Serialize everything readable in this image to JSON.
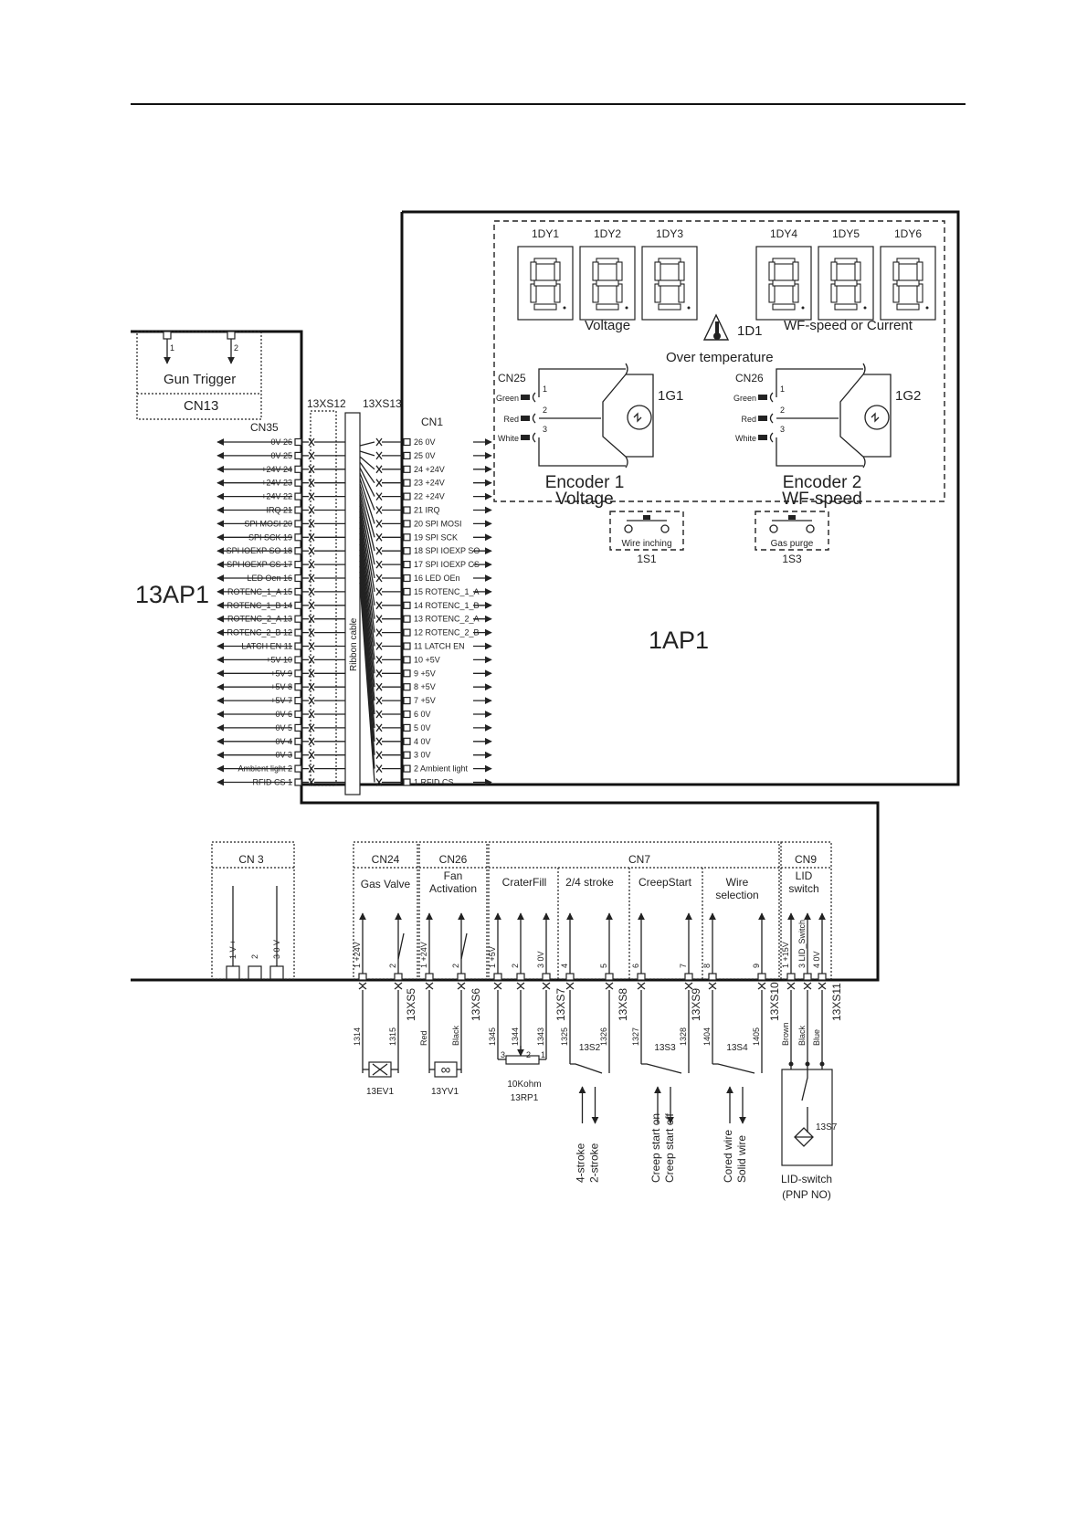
{
  "boards": {
    "left": "13AP1",
    "right": "1AP1"
  },
  "displays": {
    "left_group": [
      "1DY1",
      "1DY2",
      "1DY3"
    ],
    "right_group": [
      "1DY4",
      "1DY5",
      "1DY6"
    ],
    "voltage_label": "Voltage",
    "wf_label": "WF-speed or Current",
    "temp_ref": "1D1",
    "temp_label": "Over temperature"
  },
  "encoders": [
    {
      "connector": "CN25",
      "ref": "1G1",
      "title": "Encoder 1",
      "subtitle": "Voltage",
      "wires": [
        "Green",
        "Red",
        "White"
      ],
      "pins": [
        "1",
        "2",
        "3"
      ]
    },
    {
      "connector": "CN26",
      "ref": "1G2",
      "title": "Encoder 2",
      "subtitle": "WF-speed",
      "wires": [
        "Green",
        "Red",
        "White"
      ],
      "pins": [
        "1",
        "2",
        "3"
      ]
    }
  ],
  "buttons": [
    {
      "label": "Wire inching",
      "ref": "1S1"
    },
    {
      "label": "Gas purge",
      "ref": "1S3"
    }
  ],
  "gun_trigger": {
    "label": "Gun Trigger",
    "connector": "CN13",
    "pins": [
      "1",
      "2"
    ]
  },
  "connectors": {
    "cn35": "CN35",
    "xs12": "13XS12",
    "xs13": "13XS13",
    "cn1": "CN1",
    "ribbon": "Ribbon cable"
  },
  "cn35_pins": [
    "0V 26",
    "0V 25",
    "+24V 24",
    "+24V 23",
    "+24V 22",
    "IRQ 21",
    "SPI MOSI 20",
    "SPI SCK 19",
    "SPI IOEXP SO 18",
    "SPI IOEXP CS 17",
    "LED Oen 16",
    "ROTENC_1_A 15",
    "ROTENC_1_B 14",
    "ROTENC_2_A 13",
    "ROTENC_2_B 12",
    "LATCH EN 11",
    "+5V 10",
    "+5V 9",
    "+5V 8",
    "+5V 7",
    "0V 6",
    "0V 5",
    "0V 4",
    "0V 3",
    "Ambient light 2",
    "RFID CS 1"
  ],
  "cn1_pins": [
    "26 0V",
    "25 0V",
    "24 +24V",
    "23 +24V",
    "22 +24V",
    "21 IRQ",
    "20 SPI MOSI",
    "19 SPI SCK",
    "18 SPI IOEXP SO",
    "17 SPI IOEXP CS",
    "16 LED OEn",
    "15 ROTENC_1_A",
    "14 ROTENC_1_B",
    "13 ROTENC_2_A",
    "12 ROTENC_2_B",
    "11 LATCH EN",
    "10 +5V",
    "9 +5V",
    "8 +5V",
    "7 +5V",
    "6 0V",
    "5 0V",
    "4 0V",
    "3 0V",
    "2 Ambient light",
    "1 RFID CS"
  ],
  "bottom": {
    "cn3": {
      "label": "CN 3",
      "pins": [
        "1 V +",
        "2",
        "3 0 V"
      ]
    },
    "cn24": {
      "label": "CN24",
      "func": "Gas Valve",
      "pins": [
        "1 +24V",
        "2"
      ],
      "xs": "13XS5",
      "wires": [
        "1314",
        "1315"
      ],
      "device": "13EV1"
    },
    "cn26": {
      "label": "CN26",
      "func": [
        "Fan",
        "Activation"
      ],
      "pins": [
        "1 +24V",
        "2"
      ],
      "xs": "13XS6",
      "wires": [
        "Red",
        "Black"
      ],
      "device": "13YV1"
    },
    "cn7": {
      "label": "CN7",
      "groups": [
        {
          "func": "CraterFill",
          "pins": [
            "1 +5V",
            "2",
            "3 0V"
          ],
          "xs": "13XS7",
          "wires": [
            "1345",
            "1344",
            "1343"
          ],
          "device": "13RP1",
          "value": "10Kohm"
        },
        {
          "func": "2/4 stroke",
          "pins": [
            "4",
            "5"
          ],
          "xs": "13XS8",
          "wires": [
            "1325",
            "1326"
          ],
          "device": "13S2",
          "opts": [
            "4-stroke",
            "2-stroke"
          ]
        },
        {
          "func": "CreepStart",
          "pins": [
            "6",
            "7"
          ],
          "xs": "13XS9",
          "wires": [
            "1327",
            "1328"
          ],
          "device": "13S3",
          "opts": [
            "Creep start on",
            "Creep start off"
          ]
        },
        {
          "func": [
            "Wire",
            "selection"
          ],
          "pins": [
            "8",
            "9"
          ],
          "xs": "13XS10",
          "wires": [
            "1404",
            "1405"
          ],
          "device": "13S4",
          "opts": [
            "Cored wire",
            "Solid wire"
          ]
        }
      ]
    },
    "cn9": {
      "label": "CN9",
      "func": [
        "LID",
        "switch"
      ],
      "pins": [
        "1 +15V",
        "3 LID_Switch",
        "4 0V"
      ],
      "xs": "13XS11",
      "wires": [
        "Brown",
        "Black",
        "Blue"
      ],
      "device": "13S7",
      "device_label": "LID-switch",
      "device_type": "(PNP NO)"
    }
  }
}
